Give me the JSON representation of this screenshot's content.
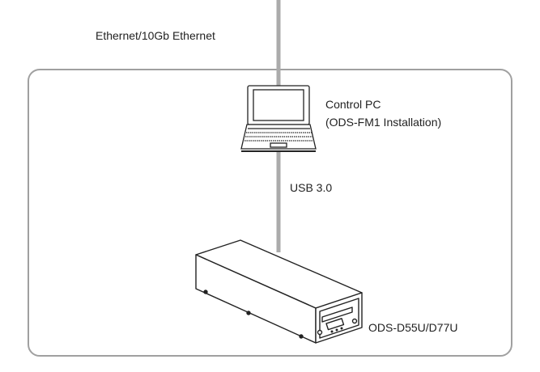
{
  "labels": {
    "network": "Ethernet/10Gb Ethernet",
    "control_pc_line1": "Control PC",
    "control_pc_line2": "(ODS-FM1 Installation)",
    "usb": "USB 3.0",
    "device": "ODS-D55U/D77U"
  },
  "colors": {
    "cable": "#ababab",
    "frame": "#a0a0a0",
    "line": "#222222"
  }
}
